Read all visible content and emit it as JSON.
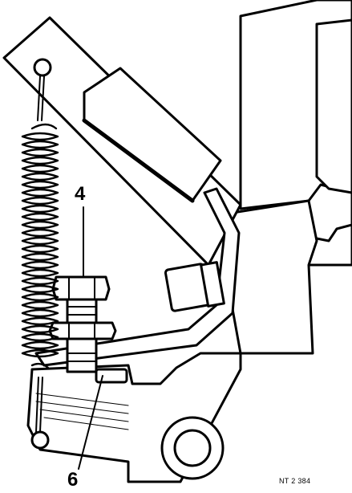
{
  "diagram": {
    "callouts": [
      {
        "id": "4",
        "label": "4"
      },
      {
        "id": "6",
        "label": "6"
      }
    ],
    "reference_code": "NT 2 384",
    "colors": {
      "ink": "#000000",
      "paper": "#ffffff"
    }
  }
}
